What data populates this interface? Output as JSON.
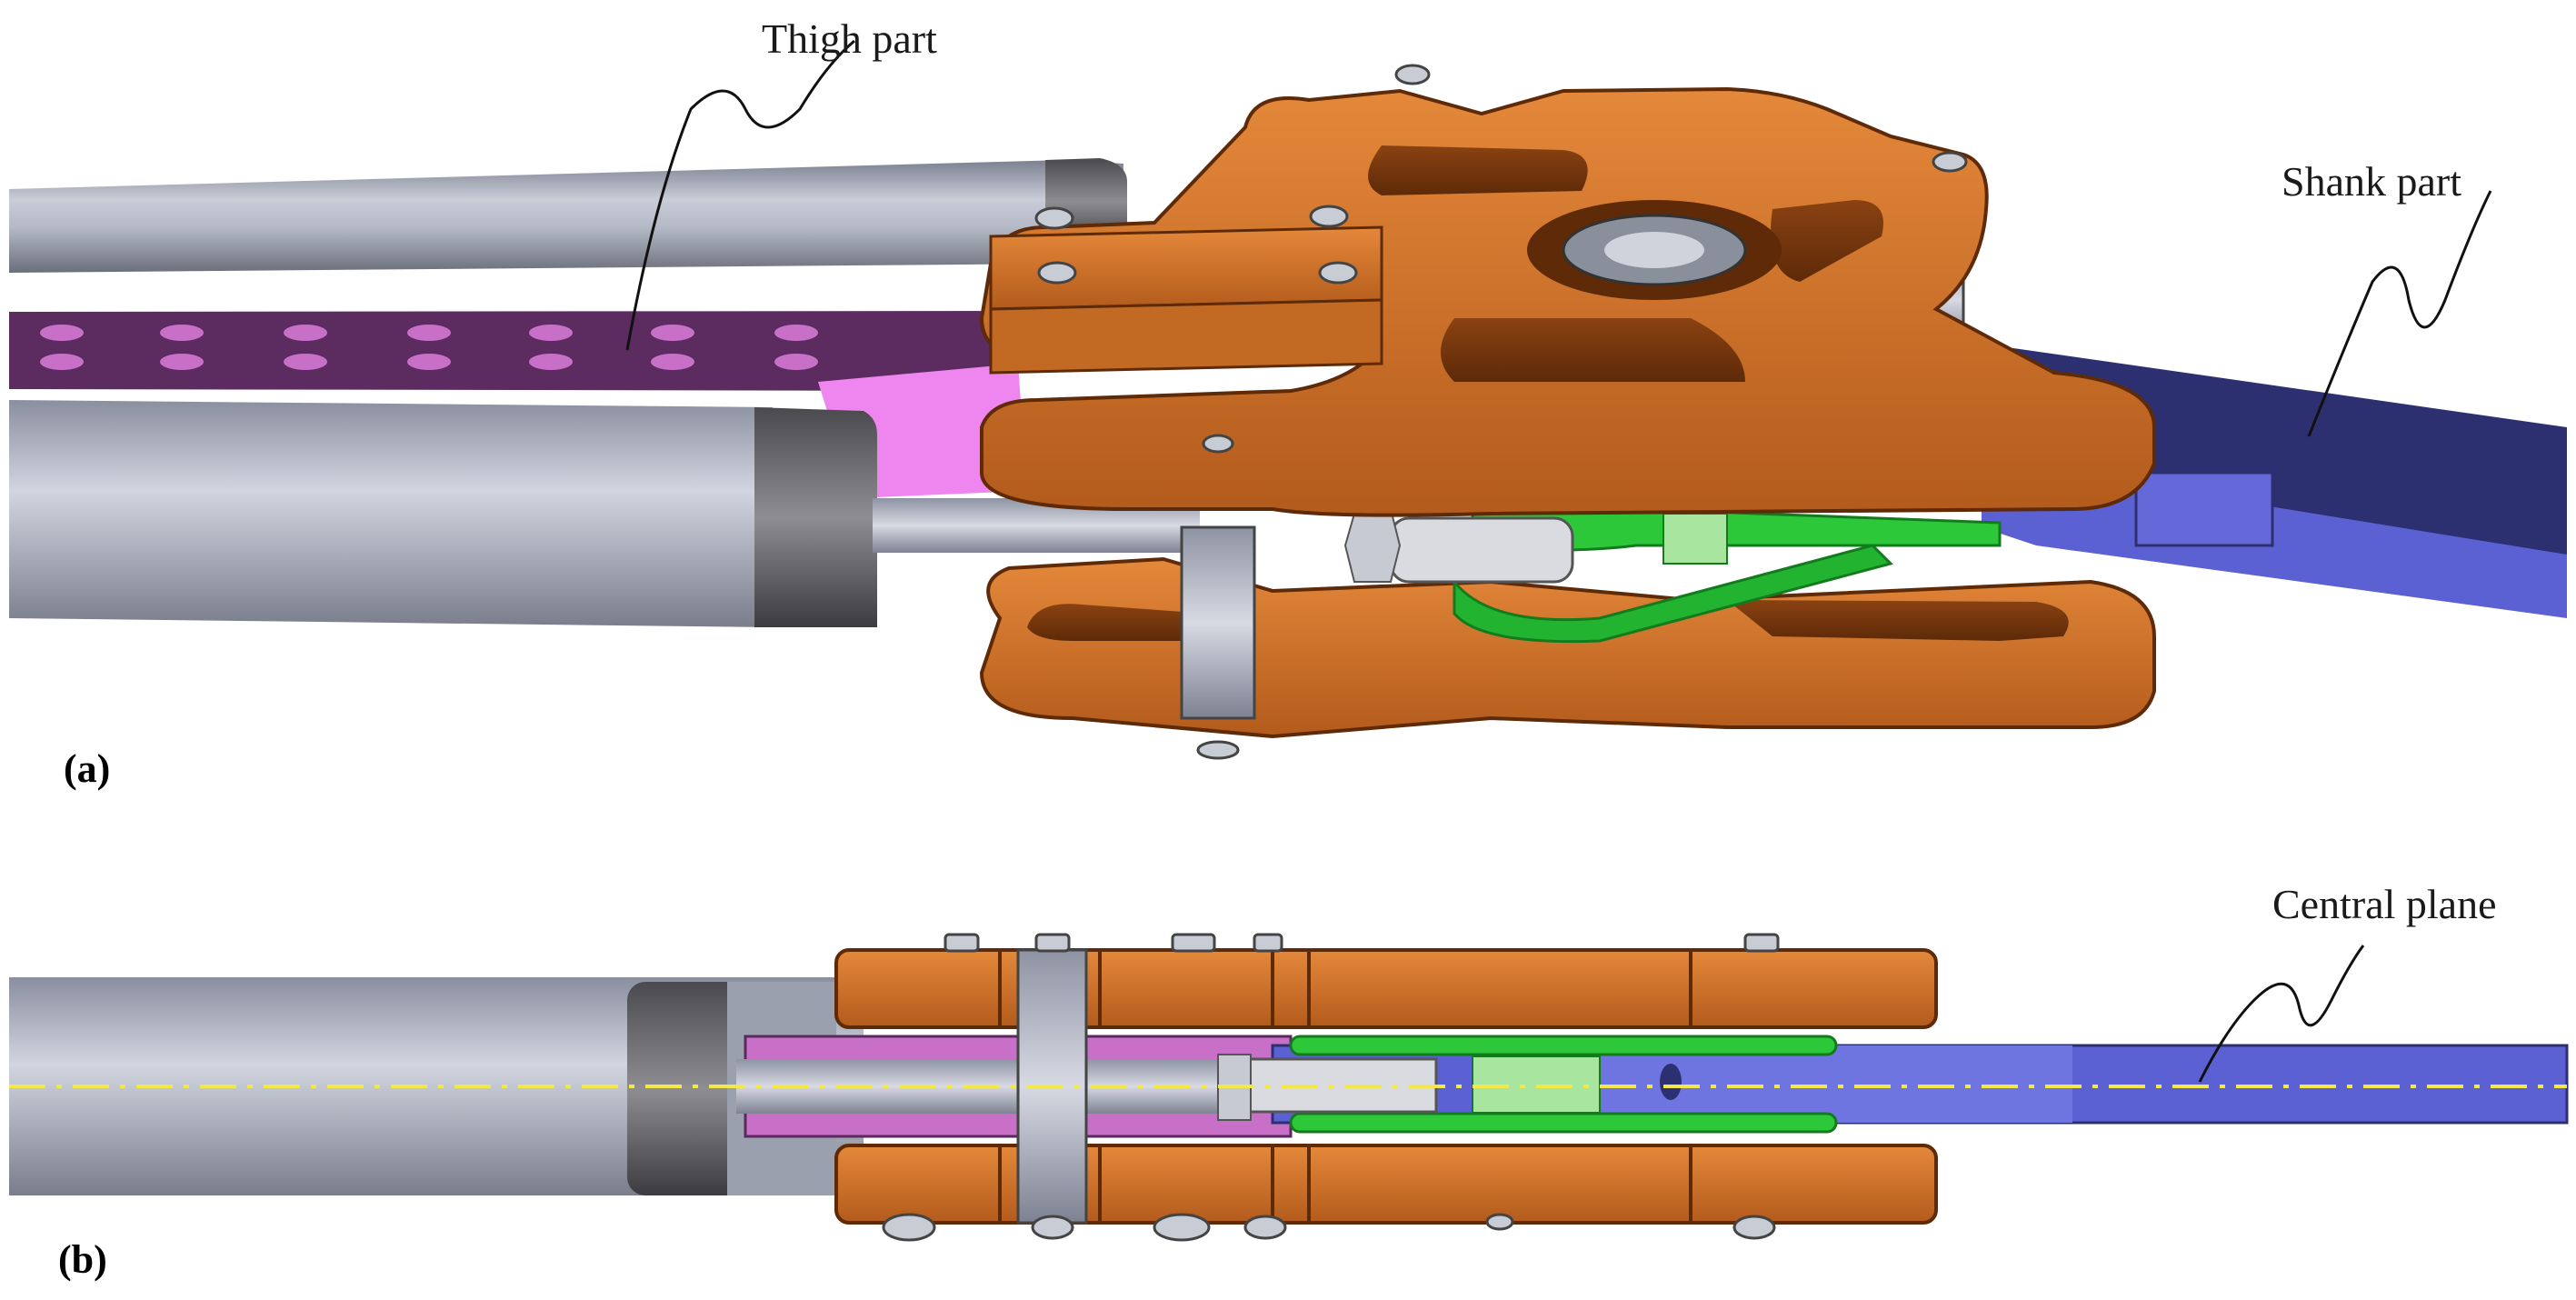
{
  "figure": {
    "panel_a": {
      "tag": "(a)"
    },
    "panel_b": {
      "tag": "(b)"
    },
    "labels": {
      "thigh": "Thigh part",
      "shank": "Shank part",
      "central_plane": "Central plane"
    },
    "colors": {
      "frame_orange": "#c66a25",
      "frame_shadow": "#7a3a0f",
      "cylinder_grey": "#a9afbf",
      "thigh_magenta": "#c86fc8",
      "thigh_dark": "#5a2a5e",
      "shank_blue": "#5a5ec8",
      "shank_dark": "#2b2e66",
      "link_green": "#2cc83a",
      "center_line": "#f2e84a"
    }
  }
}
